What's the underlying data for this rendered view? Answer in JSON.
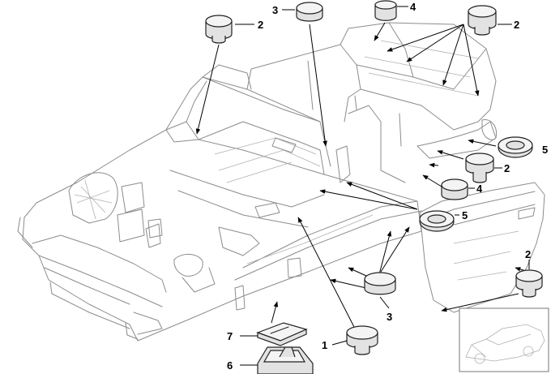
{
  "callouts": [
    {
      "id": "c1",
      "label": "1"
    },
    {
      "id": "c2a",
      "label": "2"
    },
    {
      "id": "c2b",
      "label": "2"
    },
    {
      "id": "c2c",
      "label": "2"
    },
    {
      "id": "c2d",
      "label": "2"
    },
    {
      "id": "c3a",
      "label": "3"
    },
    {
      "id": "c3b",
      "label": "3"
    },
    {
      "id": "c4a",
      "label": "4"
    },
    {
      "id": "c4b",
      "label": "4"
    },
    {
      "id": "c5a",
      "label": "5"
    },
    {
      "id": "c5b",
      "label": "5"
    },
    {
      "id": "c6",
      "label": "6"
    },
    {
      "id": "c7",
      "label": "7"
    }
  ]
}
